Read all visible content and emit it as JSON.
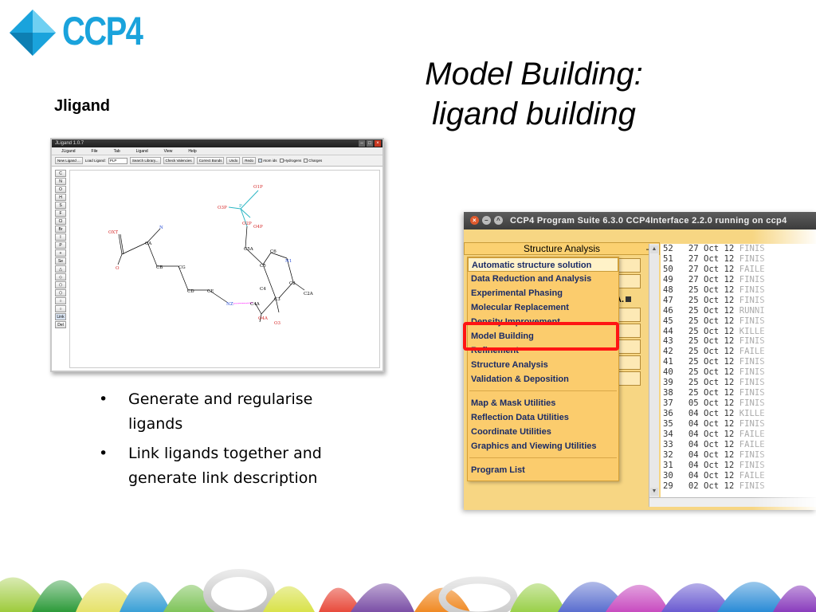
{
  "logo": {
    "text": "CCP4"
  },
  "slide": {
    "title_line1": "Model Building:",
    "title_line2": "ligand building",
    "subtitle": "Jligand",
    "bullets": [
      "Generate and regularise ligands",
      "Link ligands together and generate link description"
    ]
  },
  "jligand": {
    "window_title": "JLigand 1.0.7",
    "menu": [
      "JLigand",
      "File",
      "Tab",
      "Ligand",
      "View",
      "Help"
    ],
    "toolbar": {
      "new_ligand": "New Ligand ...",
      "load_ligand_label": "Load Ligand:",
      "load_ligand_value": "PLP",
      "search_library": "Search Library...",
      "check_valencies": "Check Valencies",
      "correct_bonds": "Correct Bonds",
      "undo": "Undo",
      "redo": "Redo",
      "atom_ids": "Atom ids",
      "hydrogens": "Hydrogens",
      "charges": "Charges"
    },
    "elements": [
      "C",
      "N",
      "O",
      "H",
      "S",
      "F",
      "Cl",
      "Br",
      "I",
      "P",
      "+",
      "Se",
      "△",
      "◇",
      "⬠",
      "⬡",
      "○",
      "○",
      "Link",
      "Del"
    ],
    "atoms": {
      "o1p": "O1P",
      "o3p": "O3P",
      "o2p": "O2P",
      "p": "P",
      "o4p": "O4P",
      "oxt": "OXT",
      "n_top": "N",
      "o": "O",
      "ca": "CA",
      "cb": "CB",
      "cg": "CG",
      "cd": "CD",
      "ce": "CE",
      "nz": "NZ",
      "c5a": "C5A",
      "c6": "C6",
      "n1": "N1",
      "c5": "C5",
      "c4": "C4",
      "c3": "C3",
      "c2": "C2",
      "c2a": "C2A",
      "c4a": "C4A",
      "o4a": "O4A",
      "o3": "O3"
    }
  },
  "ccp4i": {
    "window_title": "CCP4 Program Suite 6.3.0 CCP4Interface 2.2.0 running on ccp4",
    "module_selector": "Structure Analysis",
    "module_dash": "—",
    "menu_items_a": [
      "Automatic structure solution",
      "Data Reduction and Analysis",
      "Experimental Phasing",
      "Molecular Replacement",
      "Density Improvement",
      "Model Building",
      "Refinement",
      "Structure Analysis",
      "Validation & Deposition"
    ],
    "menu_items_b": [
      "Map & Mask Utilities",
      "Reflection Data Utilities",
      "Coordinate Utilities",
      "Graphics and Viewing Utilities"
    ],
    "menu_items_c": [
      "Program List"
    ],
    "peek_text": "A.",
    "jobs": [
      {
        "id": "52",
        "date": "27 Oct 12",
        "status": "FINIS"
      },
      {
        "id": "51",
        "date": "27 Oct 12",
        "status": "FINIS"
      },
      {
        "id": "50",
        "date": "27 Oct 12",
        "status": "FAILE"
      },
      {
        "id": "49",
        "date": "27 Oct 12",
        "status": "FINIS"
      },
      {
        "id": "48",
        "date": "25 Oct 12",
        "status": "FINIS"
      },
      {
        "id": "47",
        "date": "25 Oct 12",
        "status": "FINIS"
      },
      {
        "id": "46",
        "date": "25 Oct 12",
        "status": "RUNNI"
      },
      {
        "id": "45",
        "date": "25 Oct 12",
        "status": "FINIS"
      },
      {
        "id": "44",
        "date": "25 Oct 12",
        "status": "KILLE"
      },
      {
        "id": "43",
        "date": "25 Oct 12",
        "status": "FINIS"
      },
      {
        "id": "42",
        "date": "25 Oct 12",
        "status": "FAILE"
      },
      {
        "id": "41",
        "date": "25 Oct 12",
        "status": "FINIS"
      },
      {
        "id": "40",
        "date": "25 Oct 12",
        "status": "FINIS"
      },
      {
        "id": "39",
        "date": "25 Oct 12",
        "status": "FINIS"
      },
      {
        "id": "38",
        "date": "25 Oct 12",
        "status": "FINIS"
      },
      {
        "id": "37",
        "date": "05 Oct 12",
        "status": "FINIS"
      },
      {
        "id": "36",
        "date": "04 Oct 12",
        "status": "KILLE"
      },
      {
        "id": "35",
        "date": "04 Oct 12",
        "status": "FINIS"
      },
      {
        "id": "34",
        "date": "04 Oct 12",
        "status": "FAILE"
      },
      {
        "id": "33",
        "date": "04 Oct 12",
        "status": "FAILE"
      },
      {
        "id": "32",
        "date": "04 Oct 12",
        "status": "FINIS"
      },
      {
        "id": "31",
        "date": "04 Oct 12",
        "status": "FINIS"
      },
      {
        "id": "30",
        "date": "04 Oct 12",
        "status": "FAILE"
      },
      {
        "id": "29",
        "date": "02 Oct 12",
        "status": "FINIS"
      }
    ]
  },
  "colors": {
    "logo_blue": "#1aa3dc",
    "highlight_red": "#ff1414",
    "ccp4i_orange": "#fbcc6d",
    "menu_text": "#1a2b66"
  }
}
